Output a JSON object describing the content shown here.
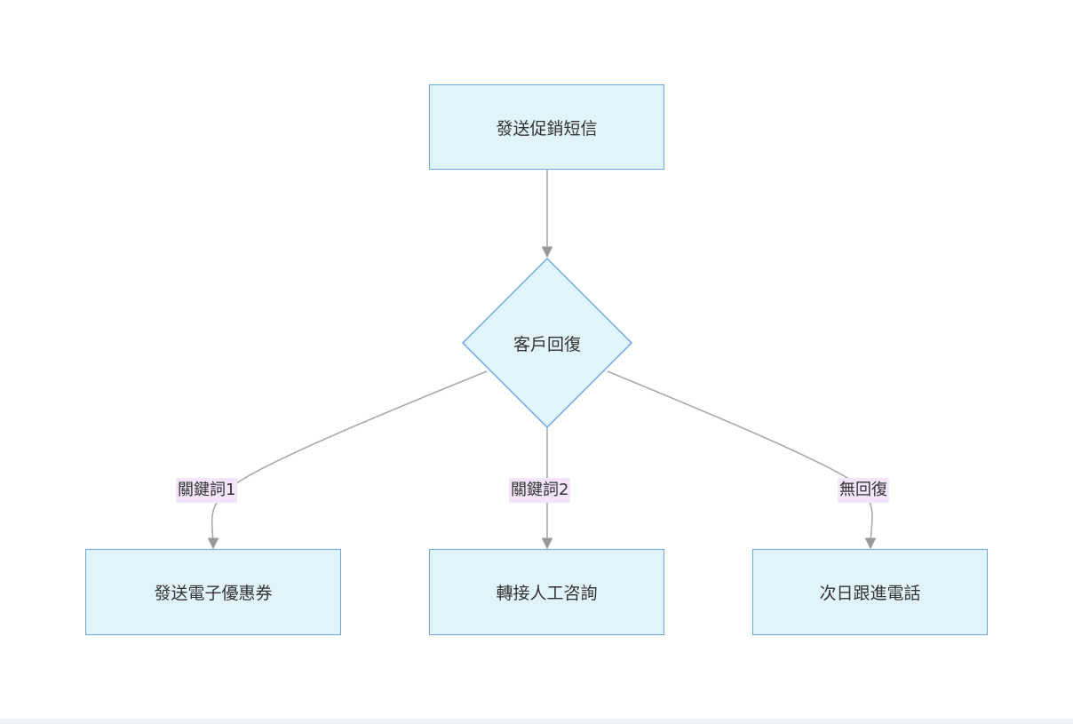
{
  "diagram": {
    "nodes": {
      "start": {
        "label": "發送促銷短信"
      },
      "decision": {
        "label": "客戶回復"
      },
      "coupon": {
        "label": "發送電子優惠券"
      },
      "human": {
        "label": "轉接人工咨詢"
      },
      "callback": {
        "label": "次日跟進電話"
      }
    },
    "edges": {
      "keyword1": {
        "label": "關鍵詞1"
      },
      "keyword2": {
        "label": "關鍵詞2"
      },
      "no_reply": {
        "label": "無回復"
      }
    }
  },
  "colors": {
    "node_fill": "#e1f3fb",
    "node_border": "#6fa8e6",
    "edge_line": "#aaaaaa",
    "edge_label_bg": "#f3e6fb"
  }
}
